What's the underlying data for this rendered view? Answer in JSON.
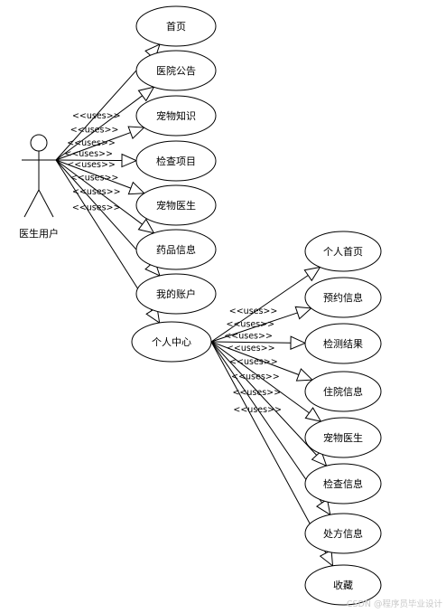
{
  "actor": {
    "label": "医生用户"
  },
  "stereotype": "<<uses>>",
  "main_usecases": [
    "首页",
    "医院公告",
    "宠物知识",
    "检查项目",
    "宠物医生",
    "药品信息",
    "我的账户",
    "个人中心"
  ],
  "sub_usecases": [
    "个人首页",
    "预约信息",
    "检测结果",
    "住院信息",
    "宠物医生",
    "检查信息",
    "处方信息",
    "收藏"
  ],
  "watermark": "CSDN @程序员毕业设计",
  "colors": {
    "stroke": "#000000",
    "fill": "#ffffff",
    "text": "#000000",
    "watermark": "#c9c9c9"
  }
}
